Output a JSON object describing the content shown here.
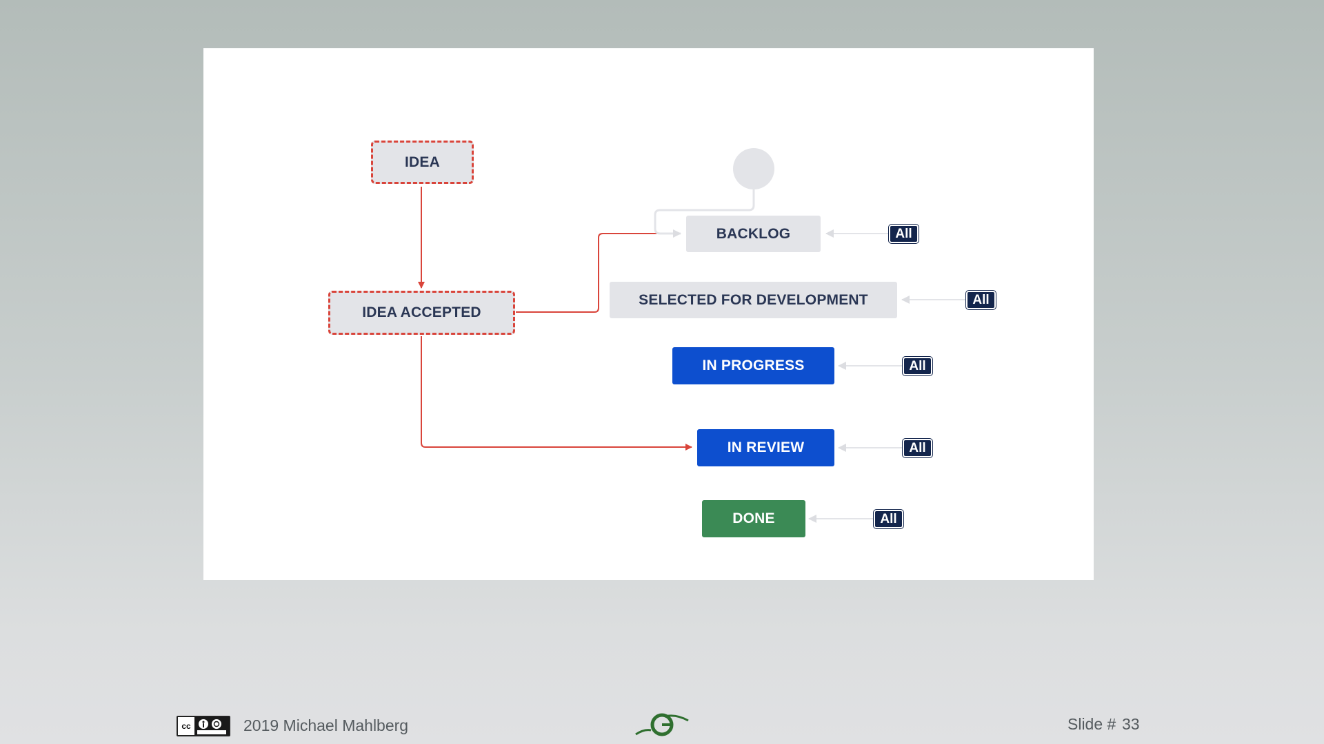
{
  "diagram": {
    "nodes": {
      "idea": "IDEA",
      "idea_accepted": "IDEA ACCEPTED",
      "backlog": "BACKLOG",
      "selected": "SELECTED FOR DEVELOPMENT",
      "in_progress": "IN PROGRESS",
      "in_review": "IN REVIEW",
      "done": "DONE"
    },
    "badge_label": "All",
    "colors": {
      "dashed_border": "#d9443a",
      "arrow_red": "#d9443a",
      "gray_node": "#e3e4e8",
      "blue_node": "#0d4fcf",
      "green_node": "#3b8a55",
      "badge": "#13254c"
    }
  },
  "footer": {
    "license_icon": "cc-by-sa-icon",
    "copyright": "2019 Michael Mahlberg",
    "logo_icon": "logo-icon",
    "slide_label": "Slide #",
    "slide_number": "33"
  }
}
